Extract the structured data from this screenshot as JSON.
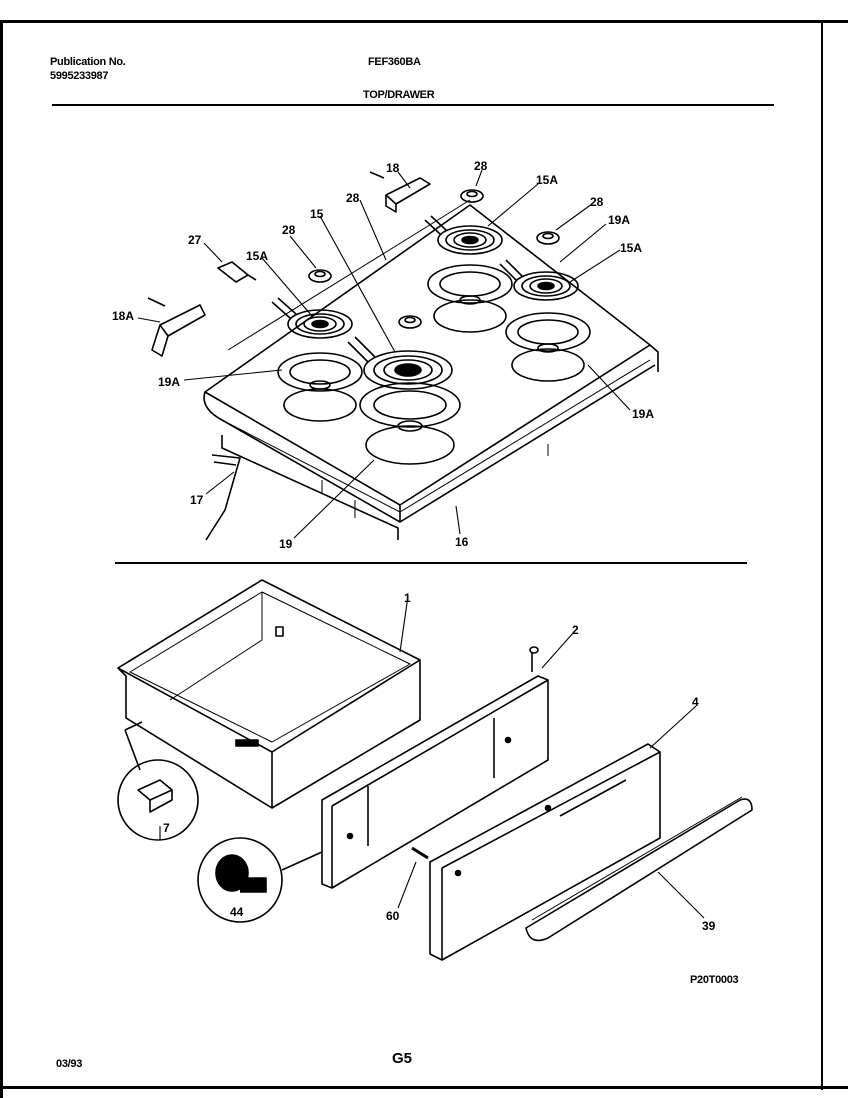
{
  "header": {
    "publication_label": "Publication No.",
    "publication_number": "5995233987",
    "model": "FEF360BA",
    "section": "TOP/DRAWER"
  },
  "callouts": {
    "c18": "18",
    "c18A": "18A",
    "c27": "27",
    "c28a": "28",
    "c28b": "28",
    "c28c": "28",
    "c28d": "28",
    "c15": "15",
    "c15A_left": "15A",
    "c15A_top": "15A",
    "c15A_right": "15A",
    "c19A_top": "19A",
    "c19A_left": "19A",
    "c19A_right": "19A",
    "c17": "17",
    "c19": "19",
    "c16": "16",
    "c1": "1",
    "c2": "2",
    "c4": "4",
    "c7": "7",
    "c44": "44",
    "c60": "60",
    "c39": "39"
  },
  "footer": {
    "figure_code": "P20T0003",
    "date": "03/93",
    "page": "G5"
  }
}
